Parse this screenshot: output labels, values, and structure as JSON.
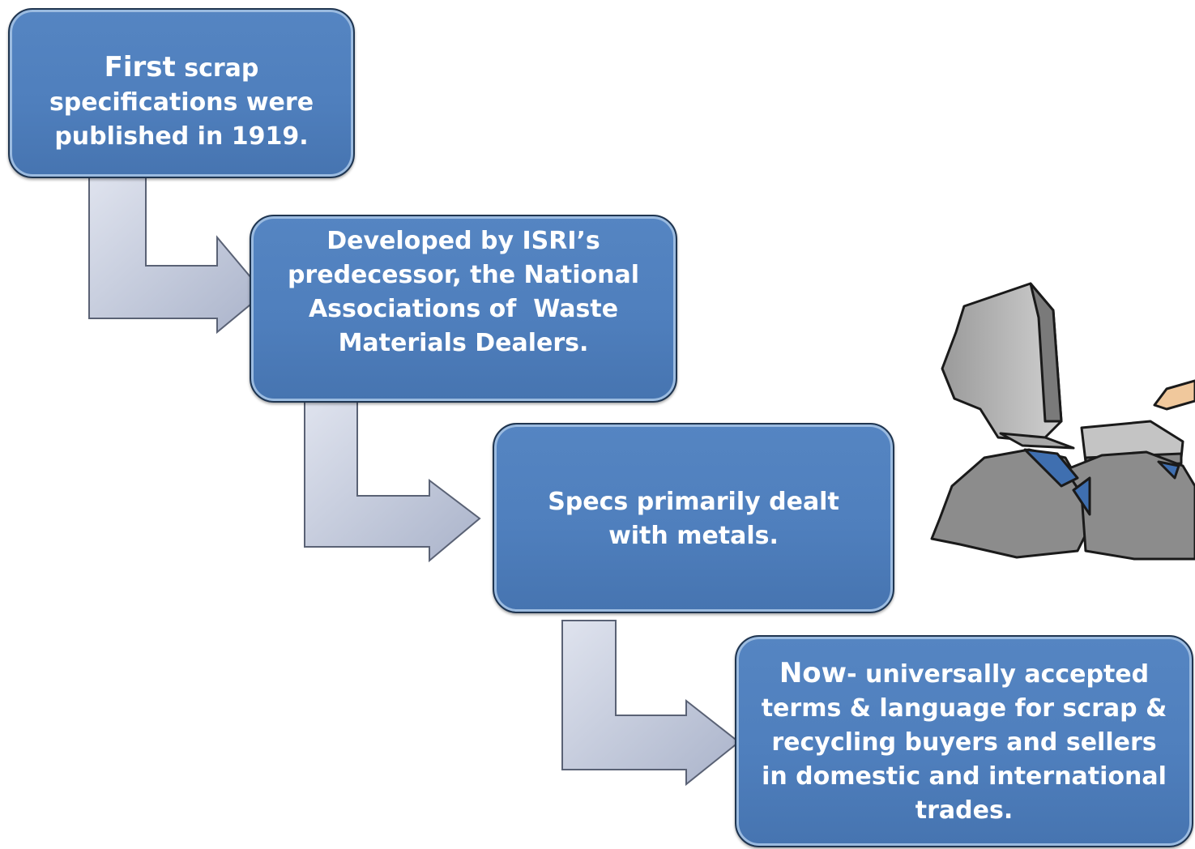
{
  "steps": [
    {
      "lead": "First",
      "lines": [
        "scrap",
        "specifications were",
        "published in 1919."
      ]
    },
    {
      "lines": [
        "Developed by ISRI’s",
        "predecessor, the National",
        "Associations of  Waste",
        "Materials Dealers."
      ]
    },
    {
      "lines": [
        "Specs primarily dealt",
        "with metals."
      ]
    },
    {
      "lead": "Now",
      "lines": [
        "- universally accepted",
        "terms & language for scrap &",
        "recycling buyers and sellers",
        "in domestic and international",
        "trades."
      ]
    }
  ],
  "colors": {
    "box_fill": "#4f81bd",
    "box_border": "#1f3550",
    "arrow_fill": "#c3cbe0",
    "arrow_stroke": "#5a6275"
  },
  "illustration": "computer-on-bags-clipart"
}
